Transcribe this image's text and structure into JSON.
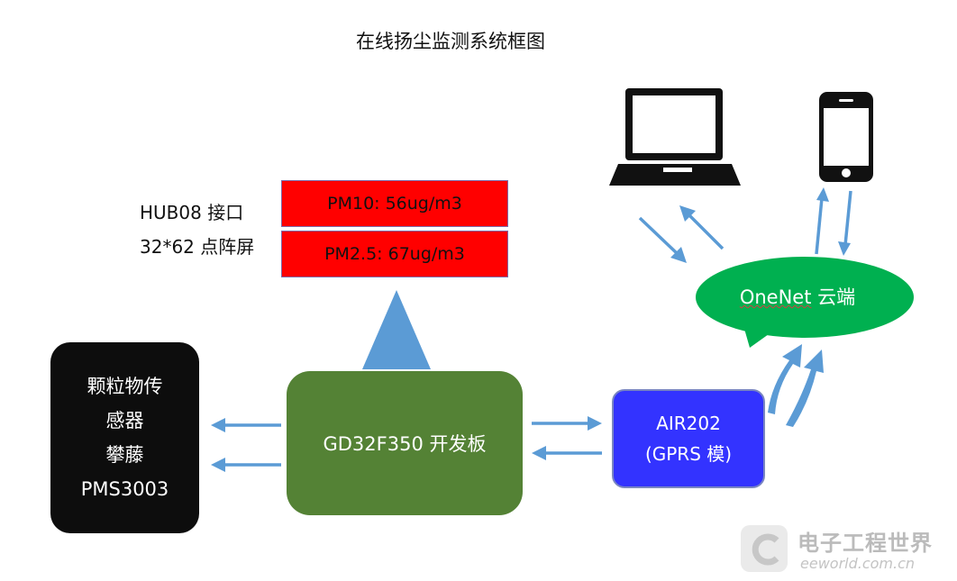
{
  "title": "在线扬尘监测系统框图",
  "display_labels": {
    "line1": "HUB08 接口",
    "line2": "32*62 点阵屏"
  },
  "pm_boxes": {
    "pm10": "PM10: 56ug/m3",
    "pm25": "PM2.5: 67ug/m3"
  },
  "sensor": {
    "line1": "颗粒物传",
    "line2": "感器",
    "line3": "攀藤",
    "line4": "PMS3003"
  },
  "board": {
    "label": "GD32F350 开发板"
  },
  "gprs": {
    "line1": "AIR202",
    "line2": "(GPRS 模)"
  },
  "cloud": {
    "name": "OneNet",
    "suffix": " 云端"
  },
  "watermark": {
    "logo_text": "电子工程世界",
    "domain": "eeworld.com.cn"
  },
  "colors": {
    "pm_box": "#ff0000",
    "sensor_box": "#0d0d0d",
    "board_box": "#548235",
    "gprs_box": "#3333ff",
    "cloud": "#00b050",
    "arrows": "#5b9bd5"
  },
  "icons": [
    "laptop-icon",
    "smartphone-icon",
    "eeworld-logo-icon"
  ]
}
